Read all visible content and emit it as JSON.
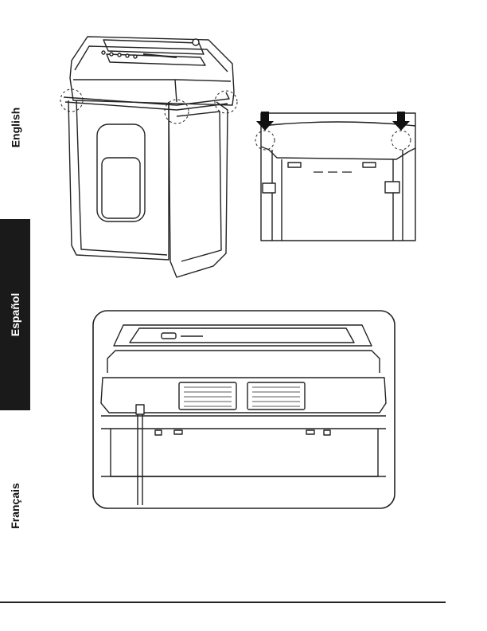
{
  "language_tabs": [
    {
      "label": "English",
      "active": false
    },
    {
      "label": "Español",
      "active": true
    },
    {
      "label": "Français",
      "active": false
    }
  ],
  "colors": {
    "active_tab_bg": "#1a1a1a",
    "active_tab_text": "#ffffff",
    "line": "#222222"
  }
}
